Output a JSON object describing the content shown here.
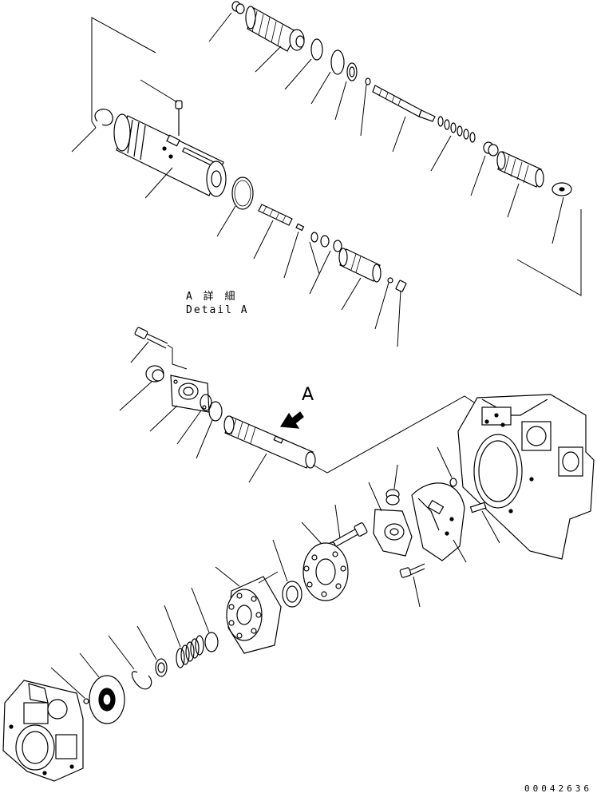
{
  "detail": {
    "label_jp": "A 詳 細",
    "label_en": "Detail A"
  },
  "callout": {
    "letter": "A"
  },
  "drawing_number": "00042636"
}
